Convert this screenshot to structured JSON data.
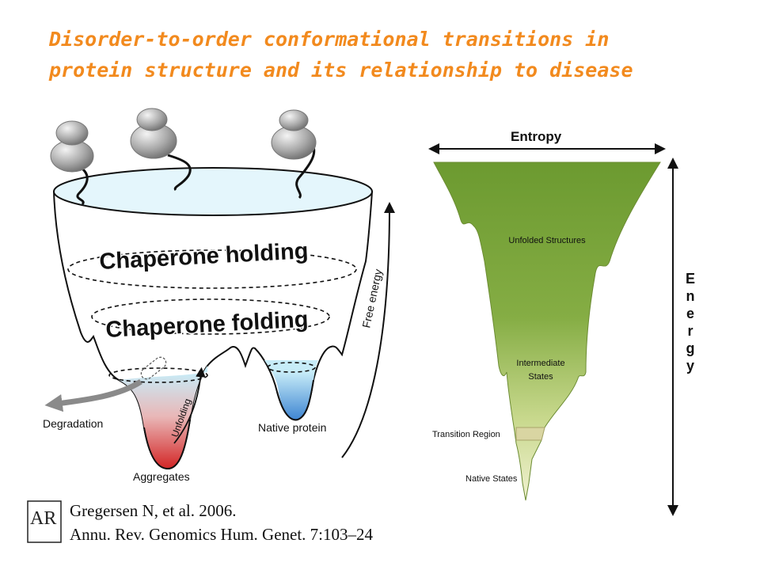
{
  "title": {
    "line1": "Disorder-to-order conformational transitions in",
    "line2": "protein structure and its relationship to disease"
  },
  "left_funnel": {
    "band_top": "Chaperone holding",
    "band_bottom": "Chaperone folding",
    "axis_label": "Free energy",
    "unfolding_label": "Unfolding",
    "degradation": "Degradation",
    "aggregates": "Aggregates",
    "native_protein": "Native protein"
  },
  "right_funnel": {
    "entropy": "Entropy",
    "energy": "Energy",
    "unfolded": "Unfolded Structures",
    "intermediate_line1": "Intermediate",
    "intermediate_line2": "States",
    "transition": "Transition Region",
    "native": "Native States"
  },
  "citation": {
    "logo": "AR",
    "line1": "Gregersen N, et al. 2006.",
    "line2": "Annu. Rev. Genomics Hum. Genet. 7:103–24"
  },
  "colors": {
    "title": "#f28a1e",
    "funnel_left_top": "#cdeefa",
    "aggregate_red": "#d42323",
    "native_blue": "#4a8fd6",
    "funnel_right_top": "#6e9a32",
    "funnel_right_bottom": "#eef0c8"
  }
}
